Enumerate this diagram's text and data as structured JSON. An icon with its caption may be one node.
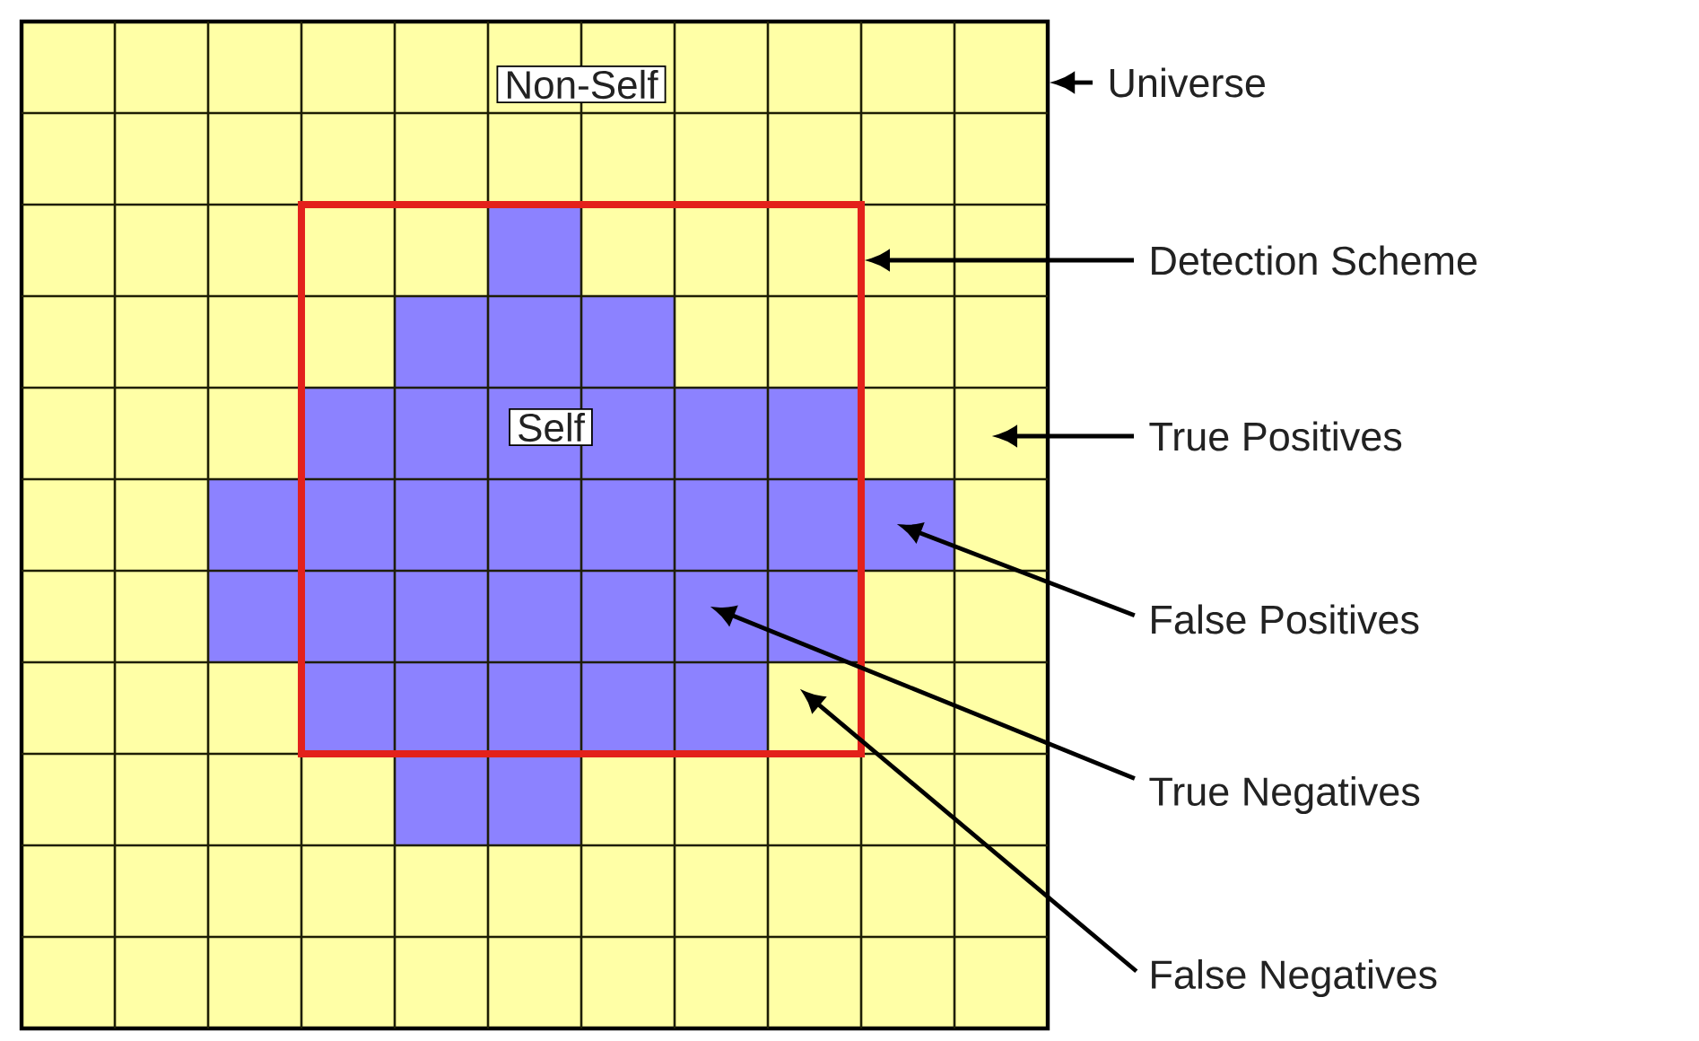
{
  "diagram": {
    "nodes": [
      {
        "text": [],
        "shape": "box"
      },
      {
        "text": [
          "Non-Self"
        ],
        "in": 0
      },
      {
        "text": [],
        "shape": "box",
        "in": 0
      },
      {
        "text": [
          "Self"
        ],
        "in": 2
      },
      {
        "text": [
          "Universe"
        ]
      },
      {
        "text": [
          "Detection Scheme"
        ]
      },
      {
        "text": [
          "True Positives"
        ]
      },
      {
        "text": [
          "False Positives"
        ]
      },
      {
        "text": [
          "True Negatives"
        ]
      },
      {
        "text": [
          "False Negatives"
        ]
      }
    ],
    "edges": [
      {
        "from": 4,
        "to": 0,
        "arrow": "to"
      },
      {
        "from": 5,
        "to": 2,
        "arrow": "to"
      },
      {
        "from": 6,
        "to": null,
        "arrow": "to"
      },
      {
        "from": 7,
        "to": null,
        "arrow": "to"
      },
      {
        "from": 8,
        "to": null,
        "arrow": "to"
      },
      {
        "from": 9,
        "to": null,
        "arrow": "to"
      }
    ]
  }
}
